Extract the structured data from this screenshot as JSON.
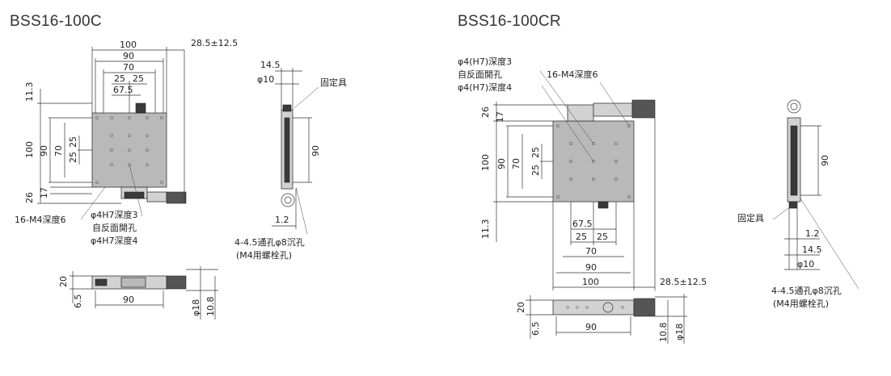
{
  "titles": {
    "left": "BSS16-100C",
    "right": "BSS16-100CR"
  },
  "left": {
    "top_view": {
      "dim_100": "100",
      "dim_90": "90",
      "dim_70": "70",
      "dim_25a": "25",
      "dim_25b": "25",
      "dim_675": "67.5",
      "dim_travel": "28.5±12.5",
      "v_113": "11.3",
      "v_100": "100",
      "v_90": "90",
      "v_70": "70",
      "v_25a": "25",
      "v_25b": "25",
      "v_26": "26",
      "v_17": "17",
      "callout_1": "16-M4深度6",
      "callout_2": "φ4H7深度3",
      "callout_3": "自反面開孔",
      "callout_4": "φ4H7深度4"
    },
    "side_view": {
      "dim_145": "14.5",
      "dim_10": "φ10",
      "dim_90": "90",
      "dim_12": "1.2",
      "label_fix": "固定具",
      "callout_1": "4-4.5通孔φ8沉孔",
      "callout_2": "(M4用螺栓孔)"
    },
    "front_view": {
      "dim_20": "20",
      "dim_65": "6.5",
      "dim_90": "90",
      "dim_18": "φ18",
      "dim_108": "10.8"
    }
  },
  "right": {
    "top_view": {
      "callout_1": "φ4(H7)深度3",
      "callout_2": "自反面開孔",
      "callout_3": "φ4(H7)深度4",
      "callout_4": "16-M4深度6",
      "v_26": "26",
      "v_17": "17",
      "v_100": "100",
      "v_90": "90",
      "v_70": "70",
      "v_25a": "25",
      "v_25b": "25",
      "v_113": "11.3",
      "dim_675": "67.5",
      "dim_25a": "25",
      "dim_25b": "25",
      "dim_70": "70",
      "dim_90": "90",
      "dim_100": "100",
      "dim_travel": "28.5±12.5"
    },
    "side_view": {
      "dim_90": "90",
      "label_fix": "固定具",
      "dim_12": "1.2",
      "dim_145": "14.5",
      "dim_10": "φ10",
      "callout_1": "4-4.5通孔φ8沉孔",
      "callout_2": "(M4用螺栓孔)"
    },
    "front_view": {
      "dim_20": "20",
      "dim_65": "6.5",
      "dim_90": "90",
      "dim_108": "10.8",
      "dim_18": "φ18"
    }
  }
}
